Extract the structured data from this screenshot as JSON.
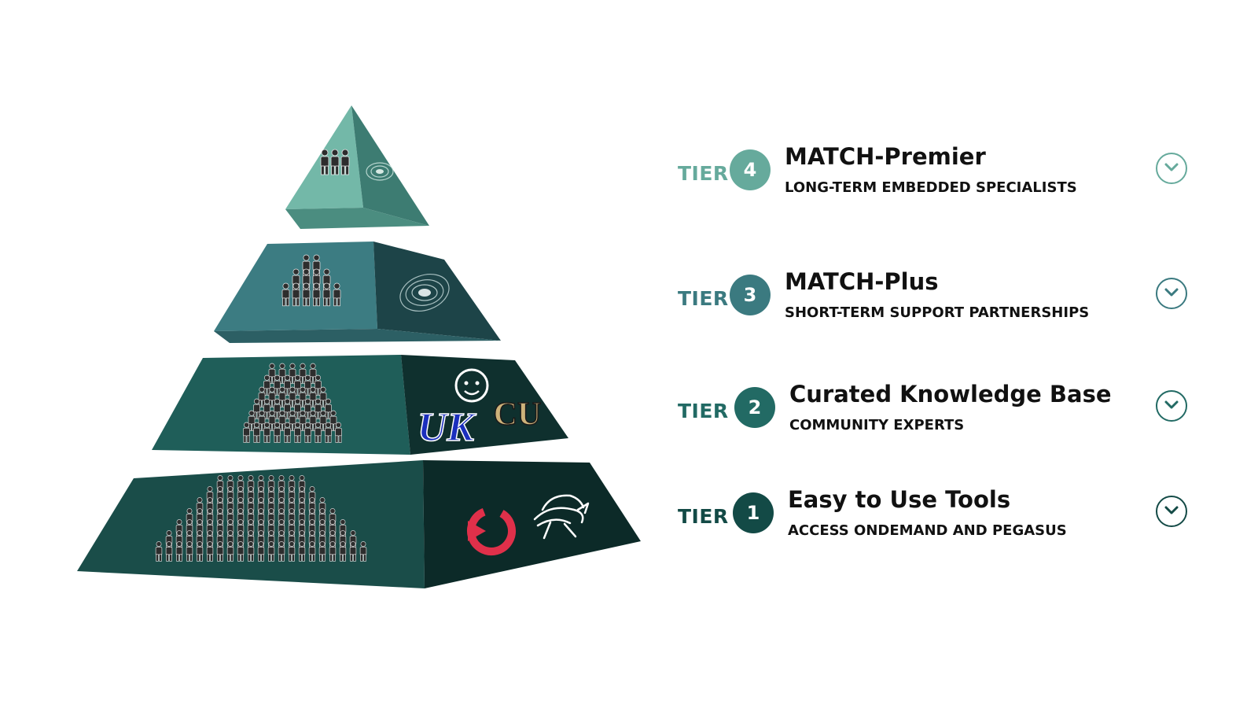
{
  "tiers": [
    {
      "word": "TIER",
      "number": "4",
      "title": "MATCH-Premier",
      "subtitle": "LONG-TERM EMBEDDED SPECIALISTS",
      "color": "#66aa9c"
    },
    {
      "word": "TIER",
      "number": "3",
      "title": "MATCH-Plus",
      "subtitle": "SHORT-TERM SUPPORT PARTNERSHIPS",
      "color": "#3b7a80"
    },
    {
      "word": "TIER",
      "number": "2",
      "title": "Curated Knowledge Base",
      "subtitle": "COMMUNITY EXPERTS",
      "color": "#226a64"
    },
    {
      "word": "TIER",
      "number": "1",
      "title": "Easy to Use Tools",
      "subtitle": "ACCESS ONDEMAND AND PEGASUS",
      "color": "#134a46"
    }
  ],
  "pyramid": {
    "logos": {
      "uk": "UK",
      "cu": "CU"
    },
    "icons": [
      "people-crowd-icon",
      "galaxy-spiral-icon",
      "smiley-face-icon",
      "ondemand-power-icon",
      "pegasus-horse-icon"
    ],
    "colors": {
      "level4_front": "#5fa596",
      "level4_side": "#3d7c72",
      "level3_front": "#3c7c82",
      "level3_side": "#1d4448",
      "level2_front": "#1f5e59",
      "level2_side": "#0f302e",
      "level1_front": "#1a4d49",
      "level1_side": "#0c2a28",
      "uk_blue": "#1b2fbd",
      "cu_gold": "#cdb27a",
      "ondemand_red": "#e0304a"
    }
  }
}
